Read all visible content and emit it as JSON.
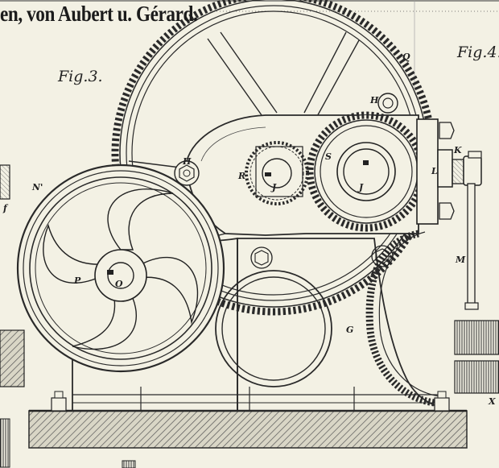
{
  "header": {
    "title": "en, von Aubert u. Gérard."
  },
  "figures": {
    "fig3": "Fig.3.",
    "fig4": "Fig.4."
  },
  "labels": {
    "Q": "Q",
    "H_top": "H",
    "H_left": "H",
    "R": "R",
    "S": "S",
    "J_small": "J",
    "J_large": "J",
    "K": "K",
    "L": "L",
    "M": "M",
    "N": "N'",
    "P": "P",
    "O": "O",
    "G": "G",
    "X": "X",
    "f": "f"
  },
  "colors": {
    "paper": "#f3f1e4",
    "ink": "#2a2a2a",
    "hatch": "#555555"
  }
}
